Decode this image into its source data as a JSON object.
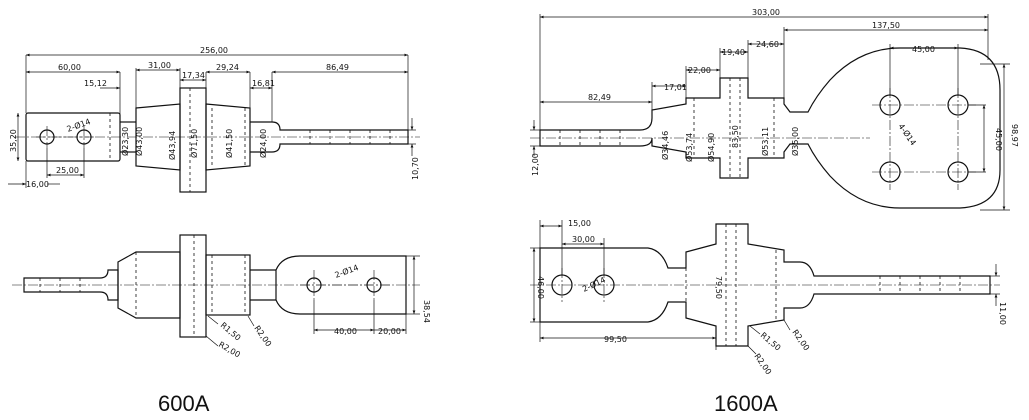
{
  "captions": {
    "left": "600A",
    "right": "1600A"
  },
  "left_top_dims": {
    "total": "256,00",
    "d60": "60,00",
    "d15": "15,12",
    "d31": "31,00",
    "d1734": "17,34",
    "d2924": "29,24",
    "d1681": "16,81",
    "d8649": "86,49",
    "d3520": "35,20",
    "d25": "25,00",
    "d16": "16,00",
    "holes": "2-Ø14",
    "dia2330": "Ø23,30",
    "dia4300": "Ø43,00",
    "dia4394": "Ø43,94",
    "dia7150": "Ø71,50",
    "dia4150": "Ø41,50",
    "dia2400": "Ø24,00",
    "d1070": "10,70"
  },
  "left_bottom_dims": {
    "holes": "2-Ø14",
    "d3854": "38,54",
    "r150": "R1,50",
    "r200a": "R2,00",
    "r200b": "R2,00",
    "d40": "40,00",
    "d20": "20,00"
  },
  "right_top_dims": {
    "total": "303,00",
    "d13750": "137,50",
    "d2460": "24,60",
    "d1940": "19,40",
    "d22": "22,00",
    "d1701": "17,01",
    "d8249": "82,49",
    "d45": "45,00",
    "holes": "4-Ø14",
    "d4500v": "45,00",
    "d9897": "98,97",
    "d12": "12,00",
    "dia3446": "Ø34,46",
    "dia5374": "Ø53,74",
    "dia5490": "Ø54,90",
    "d8350": "83,50",
    "dia5311": "Ø53,11",
    "dia3500": "Ø35,00"
  },
  "right_bottom_dims": {
    "d15": "15,00",
    "d30": "30,00",
    "d46": "46,00",
    "holes": "2-Ø14",
    "d7950": "79,50",
    "d9950": "99,50",
    "r150": "R1,50",
    "r200a": "R2,00",
    "r200b": "R2,00",
    "d11": "11,00"
  }
}
